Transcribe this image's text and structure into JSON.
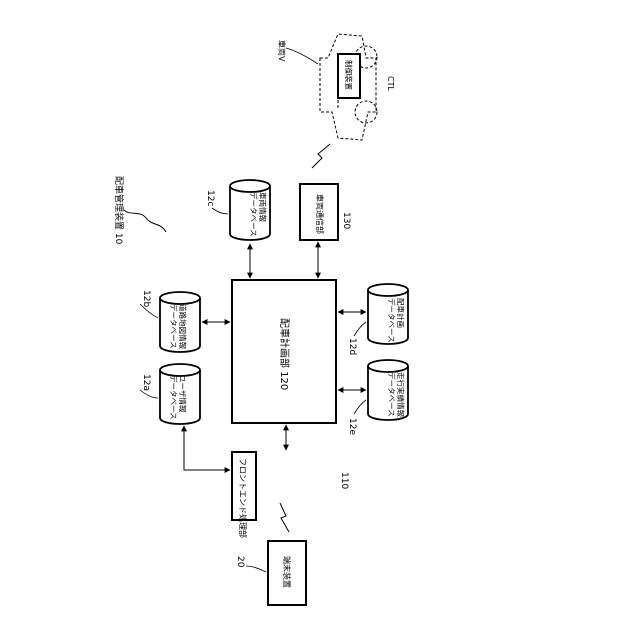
{
  "figure": {
    "system_label": "配車管理装置 10",
    "dispatch_unit": "配車計画部 120",
    "front_end": {
      "text": "フロントエンド処理部",
      "ref": "110"
    },
    "vehicle_comm": {
      "text": "車両通信部",
      "ref": "130"
    },
    "terminal": {
      "text": "端末装置",
      "ref": "20"
    },
    "vehicle": {
      "label": "車両V",
      "controller": "制御装置",
      "ctl_ref": "CTL"
    },
    "databases": {
      "user": {
        "ref": "12a",
        "line1": "ユーザ情報",
        "line2": "データベース"
      },
      "road_map": {
        "ref": "12b",
        "line1": "道路地図情報",
        "line2": "データベース"
      },
      "vehicle_info": {
        "ref": "12c",
        "line1": "車両情報",
        "line2": "データベース"
      },
      "dispatch_plan": {
        "ref": "12d",
        "line1": "配車計画",
        "line2": "データベース"
      },
      "travel_record": {
        "ref": "12e",
        "line1": "走行実績情報",
        "line2": "データベース"
      }
    }
  }
}
